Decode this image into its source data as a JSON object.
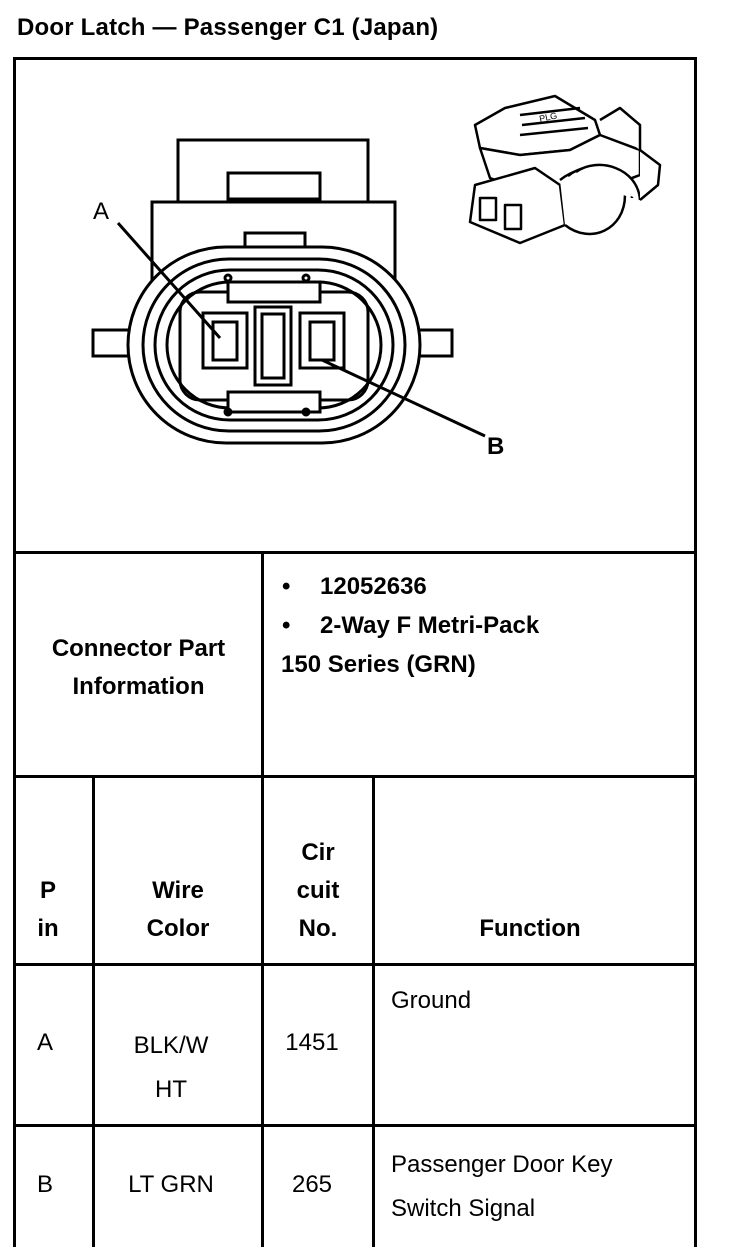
{
  "title": "Door Latch — Passenger C1 (Japan)",
  "diagram": {
    "label_a": "A",
    "label_b": "B",
    "mini_tag": "PLG"
  },
  "connector_info": {
    "label_line1": "Connector Part",
    "label_line2": "Information",
    "bullet_symbol": "•",
    "part_number": "12052636",
    "part_type": "2-Way F Metri-Pack",
    "series": "150 Series (GRN)"
  },
  "table": {
    "headers": {
      "pin_line1": "P",
      "pin_line2": "in",
      "wire_line1": "Wire",
      "wire_line2": "Color",
      "circuit_line1": "Cir",
      "circuit_line2": "cuit",
      "circuit_line3": "No.",
      "function": "Function"
    },
    "rows": [
      {
        "pin": "A",
        "wire_line1": "BLK/W",
        "wire_line2": "HT",
        "circuit": "1451",
        "function_line1": "Ground",
        "function_line2": ""
      },
      {
        "pin": "B",
        "wire_line1": "LT GRN",
        "wire_line2": "",
        "circuit": "265",
        "function_line1": "Passenger Door Key",
        "function_line2": "Switch Signal"
      }
    ]
  }
}
